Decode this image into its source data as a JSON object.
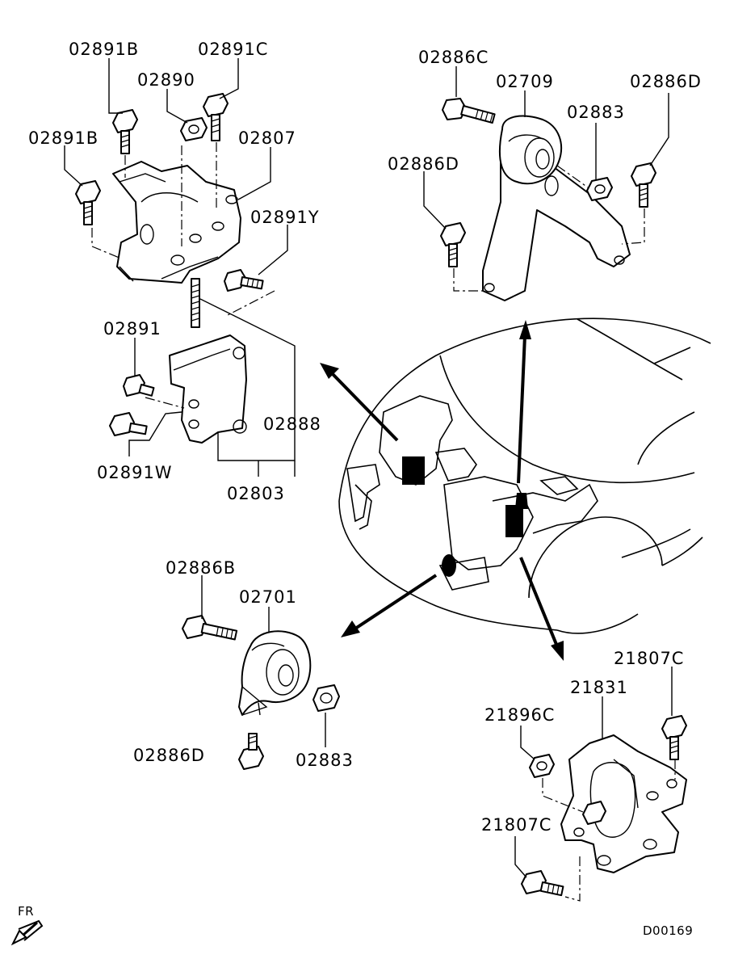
{
  "labels": {
    "l_02891B_top": "02891B",
    "l_02891C": "02891C",
    "l_02890": "02890",
    "l_02891B_left": "02891B",
    "l_02807": "02807",
    "l_02891Y": "02891Y",
    "l_02891": "02891",
    "l_02888": "02888",
    "l_02891W": "02891W",
    "l_02803": "02803",
    "l_02886C": "02886C",
    "l_02709": "02709",
    "l_02886D_right": "02886D",
    "l_02883_top": "02883",
    "l_02886D_left": "02886D",
    "l_02886B": "02886B",
    "l_02701": "02701",
    "l_02886D_bottom": "02886D",
    "l_02883_bottom": "02883",
    "l_21807C_top": "21807C",
    "l_21831": "21831",
    "l_21896C": "21896C",
    "l_21807C_bottom": "21807C"
  },
  "orientation": {
    "label": "FR",
    "icon": "front-direction-arrow-icon"
  },
  "drawing_number": "D00169",
  "colors": {
    "ink": "#000000",
    "paper": "#ffffff"
  }
}
